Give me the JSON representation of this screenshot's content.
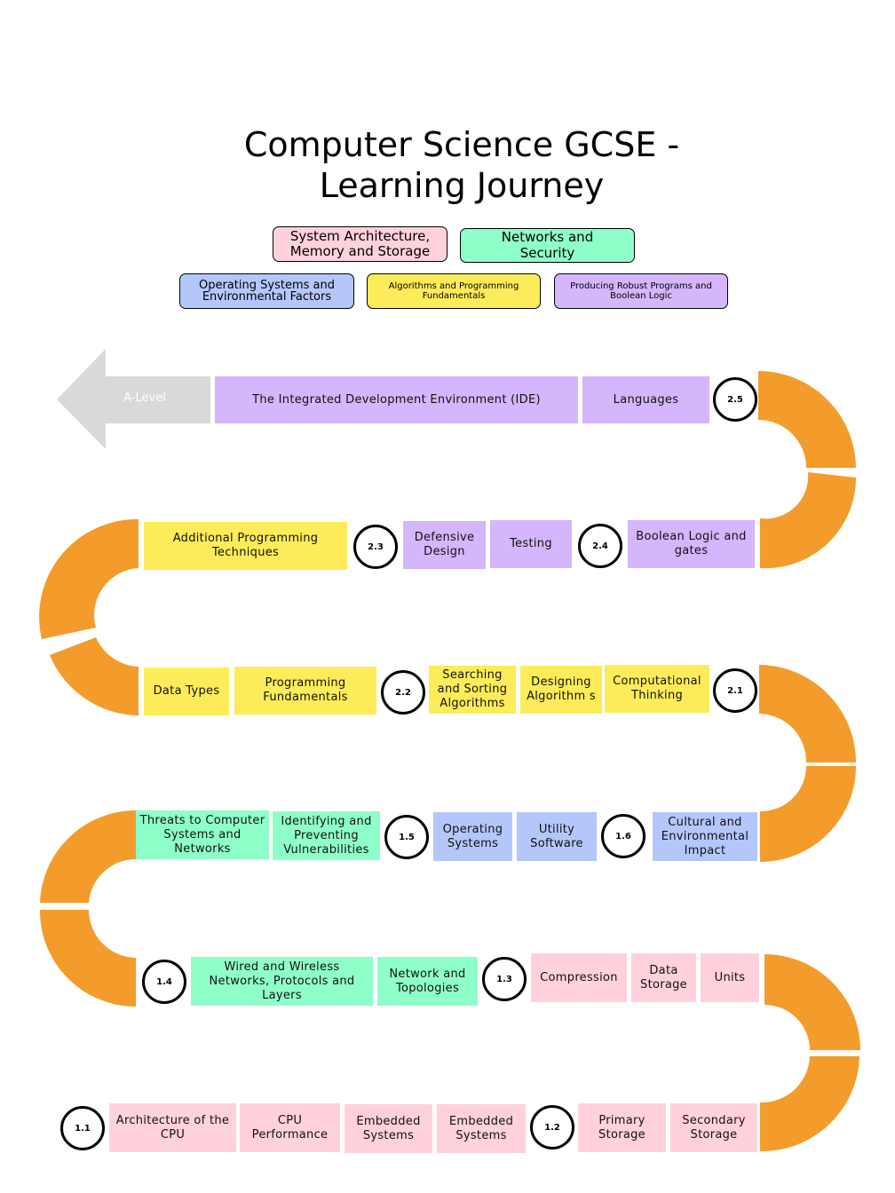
{
  "title": {
    "line1": "Computer Science GCSE -",
    "line2": "Learning Journey"
  },
  "legend": {
    "system_architecture": "System Architecture, Memory and Storage",
    "networks_security": "Networks and Security",
    "operating_systems": "Operating Systems and Environmental Factors",
    "algorithms": "Algorithms and Programming Fundamentals",
    "robust_programs": "Producing Robust Programs and Boolean Logic"
  },
  "colors": {
    "system_architecture": "#ffd1dc",
    "networks_security": "#8fffc9",
    "operating_systems": "#b4c7fb",
    "algorithms": "#fdec59",
    "robust_programs": "#d5b5fb",
    "track": "#f39c2b",
    "arrow": "#d9d9d9"
  },
  "arrow_label": "A-Level",
  "nodes": {
    "n1_1": "1.1",
    "n1_2": "1.2",
    "n1_3": "1.3",
    "n1_4": "1.4",
    "n1_5": "1.5",
    "n1_6": "1.6",
    "n2_1": "2.1",
    "n2_2": "2.2",
    "n2_3": "2.3",
    "n2_4": "2.4",
    "n2_5": "2.5"
  },
  "topics": {
    "architecture_cpu": "Architecture of the CPU",
    "cpu_performance": "CPU Performance",
    "embedded_systems_a": "Embedded Systems",
    "embedded_systems_b": "Embedded Systems",
    "primary_storage": "Primary Storage",
    "secondary_storage": "Secondary Storage",
    "compression": "Compression",
    "data_storage": "Data Storage",
    "units": "Units",
    "wired_wireless": "Wired and Wireless Networks, Protocols and Layers",
    "network_topologies": "Network and Topologies",
    "threats": "Threats to Computer Systems and Networks",
    "vulnerabilities": "Identifying and Preventing Vulnerabilities",
    "operating_systems": "Operating Systems",
    "utility_software": "Utility Software",
    "cultural_impact": "Cultural and Environmental Impact",
    "data_types": "Data Types",
    "programming_fundamentals": "Programming Fundamentals",
    "searching_sorting": "Searching and Sorting Algorithms",
    "designing_algorithms": "Designing Algorithm s",
    "computational_thinking": "Computational Thinking",
    "additional_programming": "Additional Programming Techniques",
    "defensive_design": "Defensive Design",
    "testing": "Testing",
    "boolean_logic": "Boolean Logic and gates",
    "ide": "The Integrated Development Environment (IDE)",
    "languages": "Languages"
  }
}
